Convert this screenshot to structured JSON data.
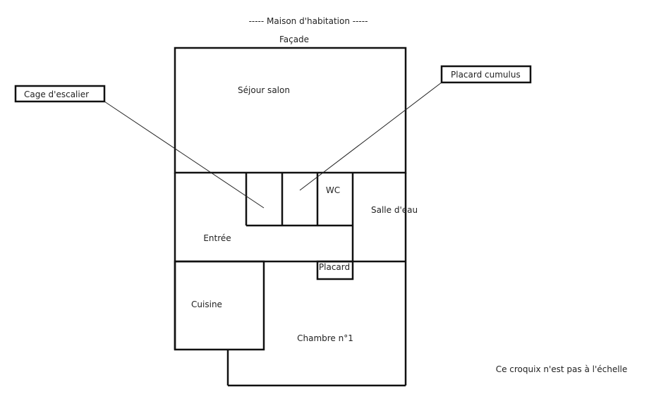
{
  "title": "-----  Maison d'habitation  -----",
  "facade": "Façade",
  "rooms": {
    "sejour": "Séjour salon",
    "wc": "WC",
    "salle_eau": "Salle d'eau",
    "entree": "Entrée",
    "placard": "Placard",
    "cuisine": "Cuisine",
    "chambre": "Chambre n°1"
  },
  "callouts": {
    "cage": "Cage d'escalier",
    "cumulus": "Placard cumulus"
  },
  "note": "Ce croquix n'est pas à l'échelle"
}
